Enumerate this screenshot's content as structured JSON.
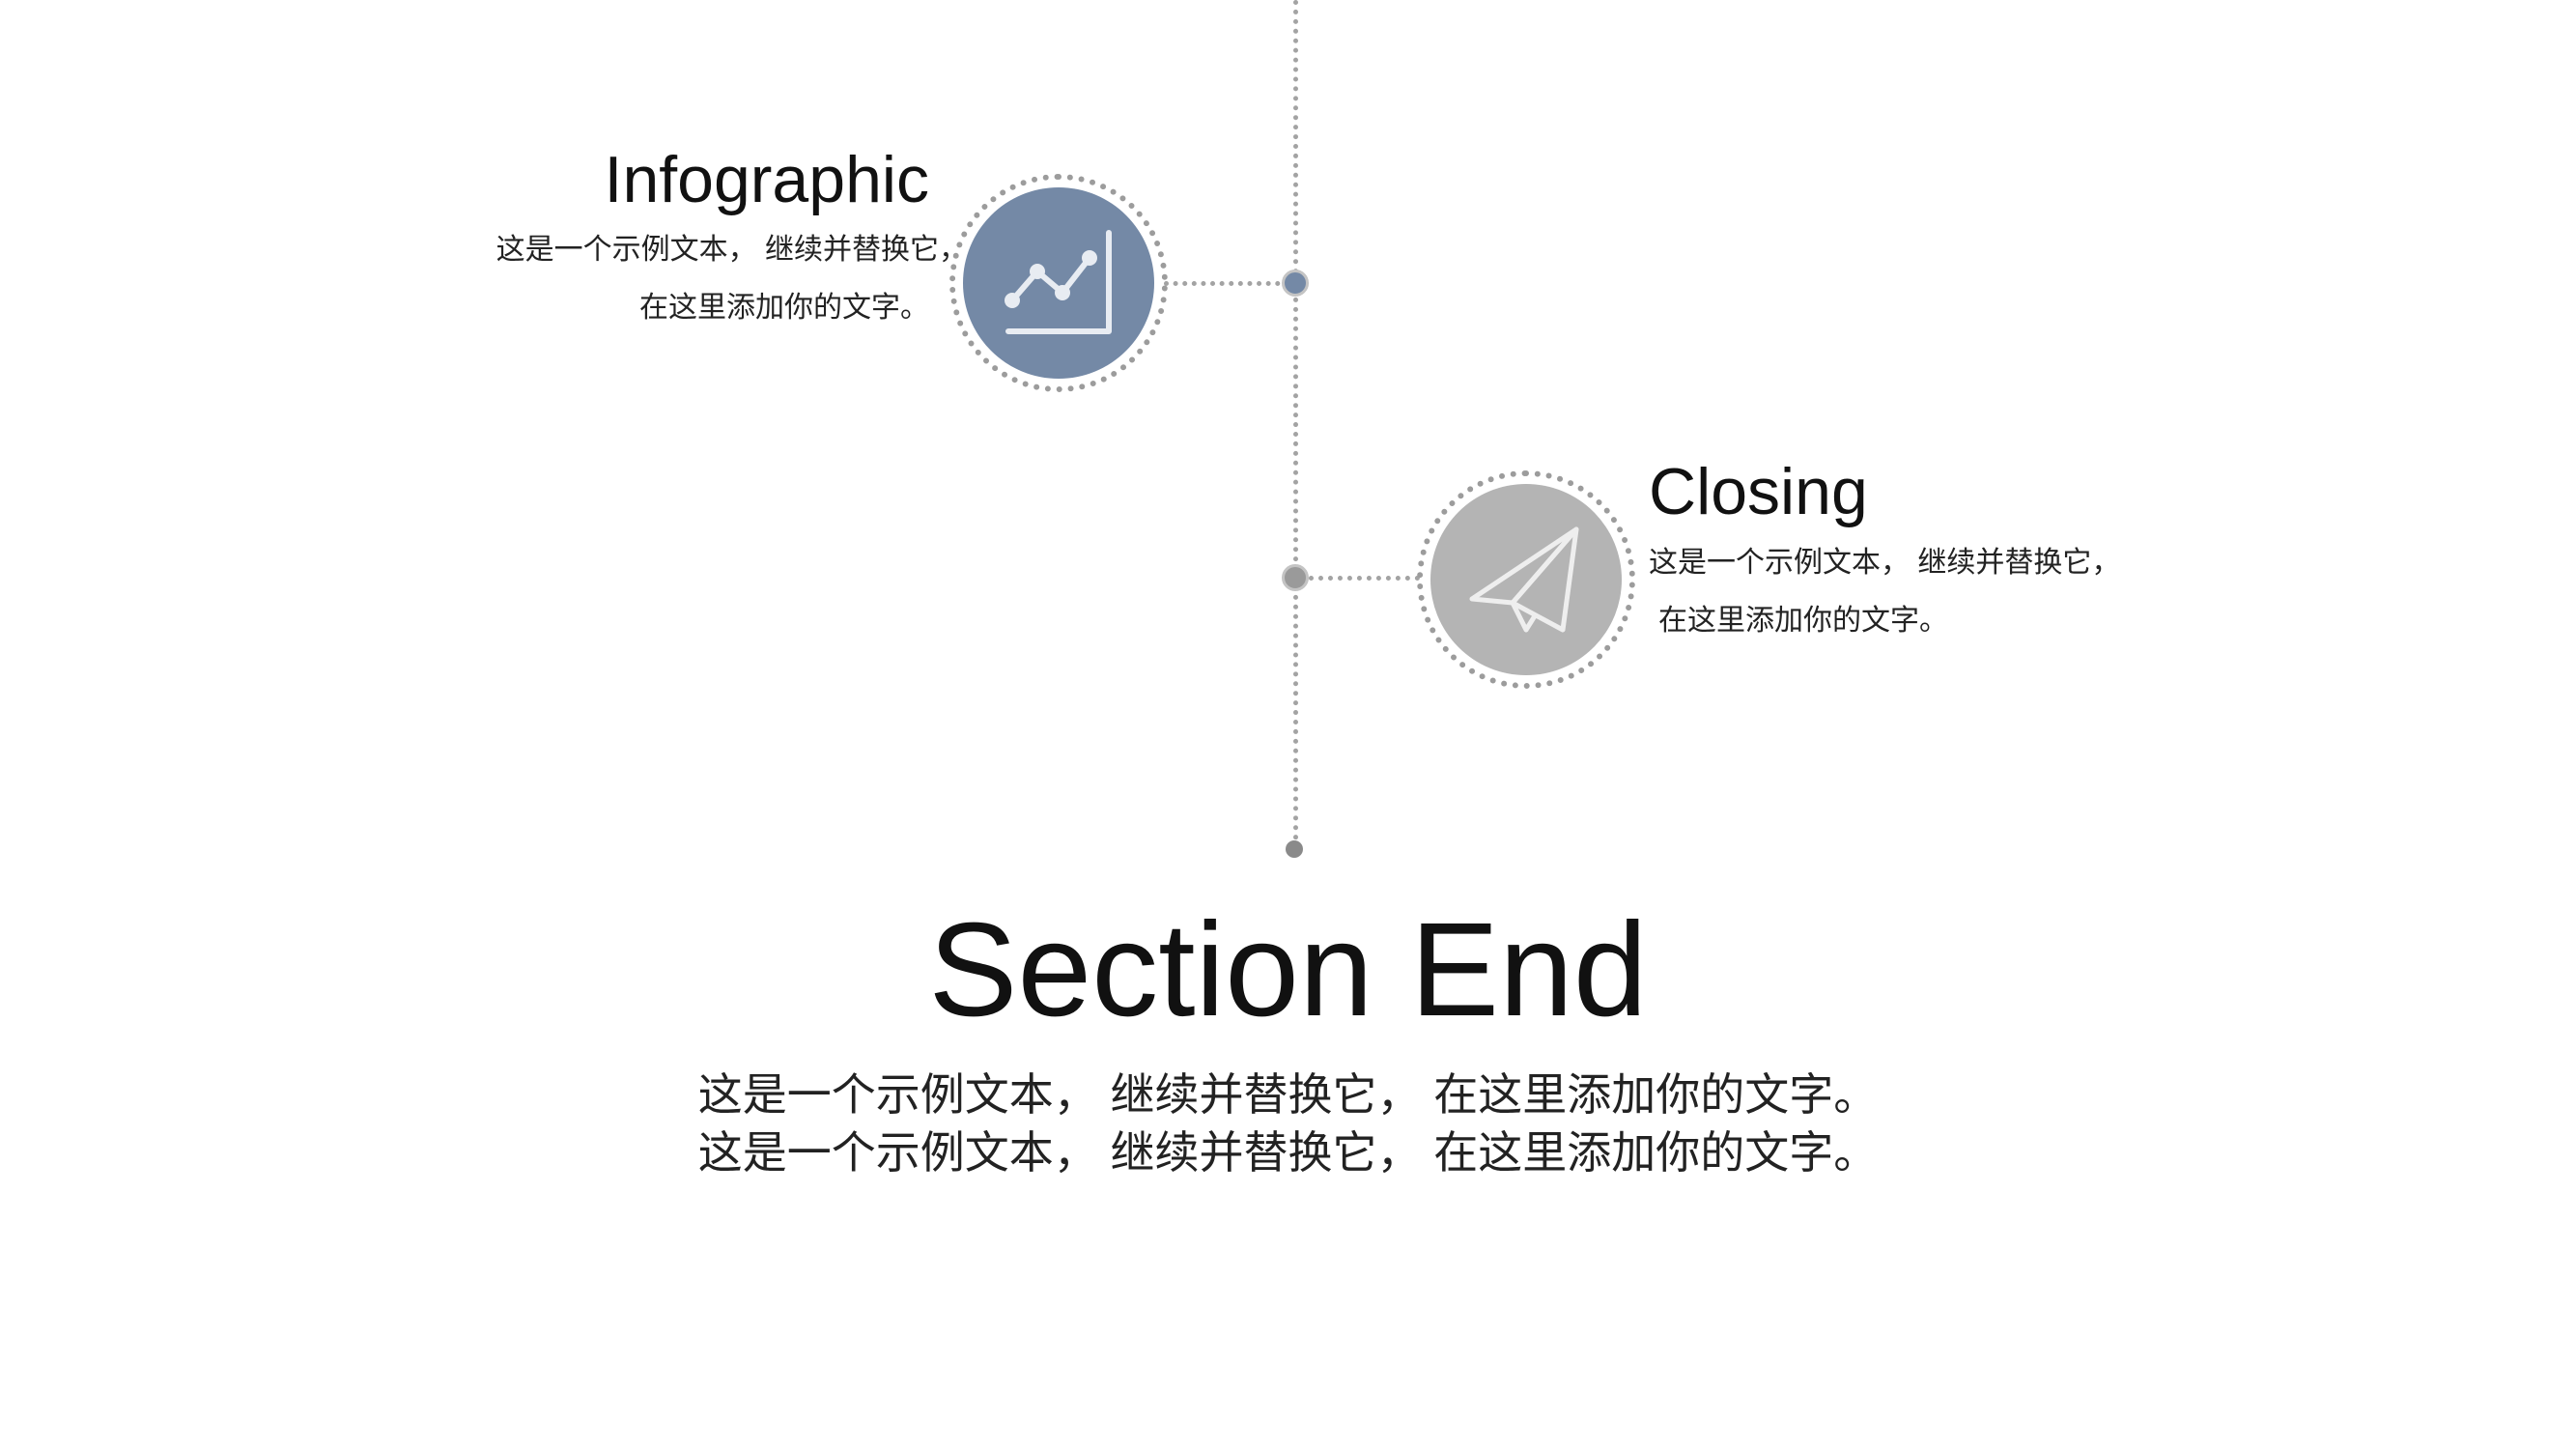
{
  "items": [
    {
      "title": "Infographic",
      "desc_line1": "这是一个示例文本， 继续并替换它，",
      "desc_line2": "在这里添加你的文字。",
      "color": "#7489a6",
      "icon": "line-chart-icon"
    },
    {
      "title": "Closing",
      "desc_line1": "这是一个示例文本， 继续并替换它，",
      "desc_line2": "在这里添加你的文字。",
      "color": "#b4b4b4",
      "icon": "paper-plane-icon"
    }
  ],
  "section": {
    "title": "Section End",
    "line1": "这是一个示例文本， 继续并替换它， 在这里添加你的文字。",
    "line2": "这是一个示例文本， 继续并替换它， 在这里添加你的文字。"
  },
  "colors": {
    "timeline": "#a3a3a3",
    "node_dot_blue": "#7489a6",
    "node_dot_grey": "#9a9a9a"
  }
}
